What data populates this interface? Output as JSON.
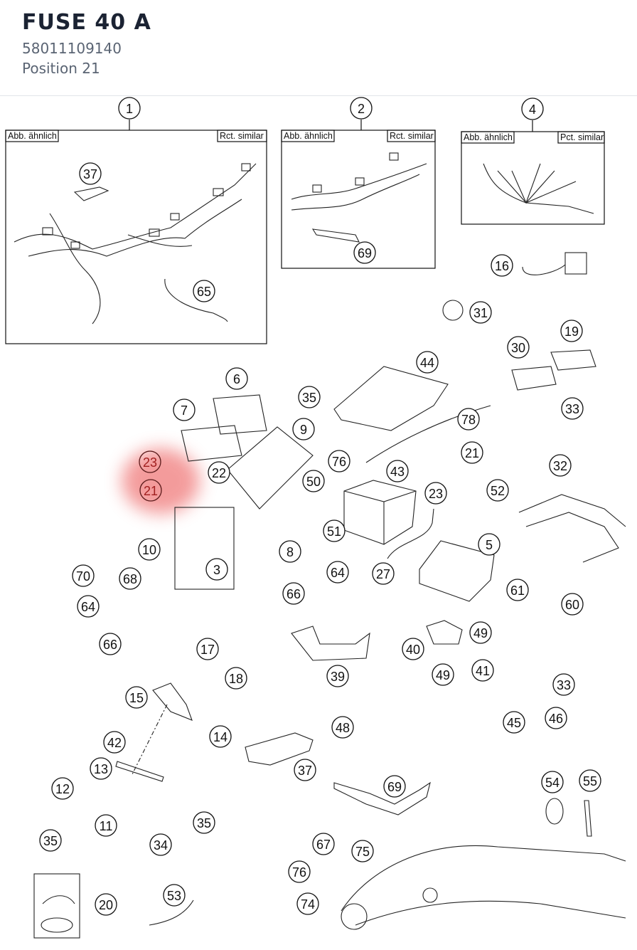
{
  "header": {
    "title": "FUSE 40 A",
    "part_number": "58011109140",
    "position": "Position 21"
  },
  "frames": {
    "f1": {
      "left": "Abb. ähnlich",
      "right": "Rct. similar"
    },
    "f2": {
      "left": "Abb. ähnlich",
      "right": "Rct. similar"
    },
    "f4": {
      "left": "Abb. ähnlich",
      "right": "Pct. similar"
    }
  },
  "highlight": {
    "color": "#f07a7a",
    "positions": [
      "23",
      "21"
    ]
  },
  "callouts": [
    {
      "id": "c1",
      "label": "1"
    },
    {
      "id": "c2",
      "label": "2"
    },
    {
      "id": "c4",
      "label": "4"
    },
    {
      "id": "c37a",
      "label": "37"
    },
    {
      "id": "c65",
      "label": "65"
    },
    {
      "id": "c69a",
      "label": "69"
    },
    {
      "id": "c16",
      "label": "16"
    },
    {
      "id": "c31",
      "label": "31"
    },
    {
      "id": "c19",
      "label": "19"
    },
    {
      "id": "c30",
      "label": "30"
    },
    {
      "id": "c6",
      "label": "6"
    },
    {
      "id": "c44",
      "label": "44"
    },
    {
      "id": "c35a",
      "label": "35"
    },
    {
      "id": "c33a",
      "label": "33"
    },
    {
      "id": "c7",
      "label": "7"
    },
    {
      "id": "c78",
      "label": "78"
    },
    {
      "id": "c9",
      "label": "9"
    },
    {
      "id": "c32",
      "label": "32"
    },
    {
      "id": "c21b",
      "label": "21"
    },
    {
      "id": "c23",
      "label": "23"
    },
    {
      "id": "c76a",
      "label": "76"
    },
    {
      "id": "c22",
      "label": "22"
    },
    {
      "id": "c43",
      "label": "43"
    },
    {
      "id": "c50",
      "label": "50"
    },
    {
      "id": "c52",
      "label": "52"
    },
    {
      "id": "c21",
      "label": "21"
    },
    {
      "id": "c23b",
      "label": "23"
    },
    {
      "id": "c51",
      "label": "51"
    },
    {
      "id": "c10",
      "label": "10"
    },
    {
      "id": "c8",
      "label": "8"
    },
    {
      "id": "c5",
      "label": "5"
    },
    {
      "id": "c3",
      "label": "3"
    },
    {
      "id": "c27",
      "label": "27"
    },
    {
      "id": "c70",
      "label": "70"
    },
    {
      "id": "c68",
      "label": "68"
    },
    {
      "id": "c64a",
      "label": "64"
    },
    {
      "id": "c66a",
      "label": "66"
    },
    {
      "id": "c61",
      "label": "61"
    },
    {
      "id": "c60",
      "label": "60"
    },
    {
      "id": "c64b",
      "label": "64"
    },
    {
      "id": "c66b",
      "label": "66"
    },
    {
      "id": "c49a",
      "label": "49"
    },
    {
      "id": "c40",
      "label": "40"
    },
    {
      "id": "c17",
      "label": "17"
    },
    {
      "id": "c41",
      "label": "41"
    },
    {
      "id": "c49b",
      "label": "49"
    },
    {
      "id": "c39",
      "label": "39"
    },
    {
      "id": "c18",
      "label": "18"
    },
    {
      "id": "c33b",
      "label": "33"
    },
    {
      "id": "c15",
      "label": "15"
    },
    {
      "id": "c46",
      "label": "46"
    },
    {
      "id": "c45",
      "label": "45"
    },
    {
      "id": "c48",
      "label": "48"
    },
    {
      "id": "c14",
      "label": "14"
    },
    {
      "id": "c42",
      "label": "42"
    },
    {
      "id": "c13",
      "label": "13"
    },
    {
      "id": "c37b",
      "label": "37"
    },
    {
      "id": "c54",
      "label": "54"
    },
    {
      "id": "c55",
      "label": "55"
    },
    {
      "id": "c12",
      "label": "12"
    },
    {
      "id": "c69b",
      "label": "69"
    },
    {
      "id": "c11",
      "label": "11"
    },
    {
      "id": "c35b",
      "label": "35"
    },
    {
      "id": "c34",
      "label": "34"
    },
    {
      "id": "c35c",
      "label": "35"
    },
    {
      "id": "c67",
      "label": "67"
    },
    {
      "id": "c75",
      "label": "75"
    },
    {
      "id": "c76b",
      "label": "76"
    },
    {
      "id": "c53",
      "label": "53"
    },
    {
      "id": "c20",
      "label": "20"
    },
    {
      "id": "c74",
      "label": "74"
    }
  ]
}
